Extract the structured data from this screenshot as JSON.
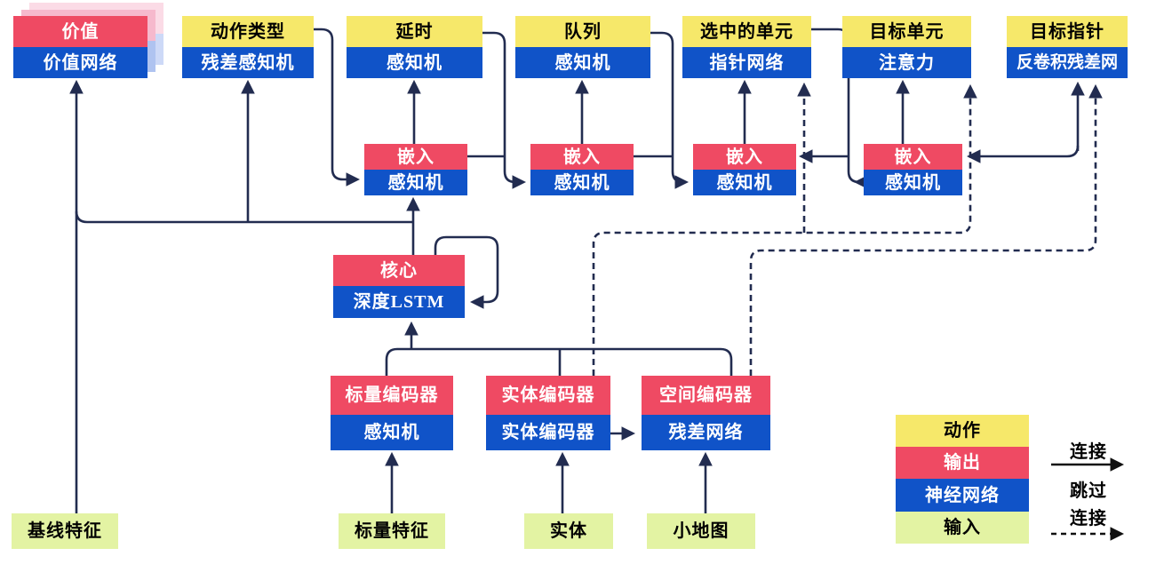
{
  "diagram_title": "AlphaStar-style agent architecture (Chinese)",
  "nodes": {
    "value": {
      "label": "价值",
      "sub": "价值网络"
    },
    "action_type": {
      "label": "动作类型",
      "sub": "残差感知机"
    },
    "delay": {
      "label": "延时",
      "sub": "感知机"
    },
    "queue": {
      "label": "队列",
      "sub": "感知机"
    },
    "selected_units": {
      "label": "选中的单元",
      "sub": "指针网络"
    },
    "target_unit": {
      "label": "目标单元",
      "sub": "注意力"
    },
    "target_pointer": {
      "label": "目标指针",
      "sub": "反卷积残差网"
    },
    "embed_1": {
      "label": "嵌入",
      "sub": "感知机"
    },
    "embed_2": {
      "label": "嵌入",
      "sub": "感知机"
    },
    "embed_3": {
      "label": "嵌入",
      "sub": "感知机"
    },
    "embed_4": {
      "label": "嵌入",
      "sub": "感知机"
    },
    "core": {
      "label": "核心",
      "sub": "深度LSTM"
    },
    "scalar_encoder": {
      "label": "标量编码器",
      "sub": "感知机"
    },
    "entity_encoder": {
      "label": "实体编码器",
      "sub": "实体编码器"
    },
    "spatial_encoder": {
      "label": "空间编码器",
      "sub": "残差网络"
    },
    "baseline_features": {
      "label": "基线特征"
    },
    "scalar_features": {
      "label": "标量特征"
    },
    "entities": {
      "label": "实体"
    },
    "minimap": {
      "label": "小地图"
    }
  },
  "legend": {
    "action": "动作",
    "output": "输出",
    "neural_network": "神经网络",
    "input": "输入",
    "connection": "连接",
    "skip_line1": "跳过",
    "skip_line2": "连接"
  },
  "colors": {
    "action_yellow": "#F6E86A",
    "output_red": "#EF4A63",
    "network_blue": "#1053C8",
    "input_green": "#E3F3A3",
    "wire_navy": "#222C50",
    "stack_pink": "#F6B9CD",
    "stack_blue": "#AFC3F0"
  }
}
